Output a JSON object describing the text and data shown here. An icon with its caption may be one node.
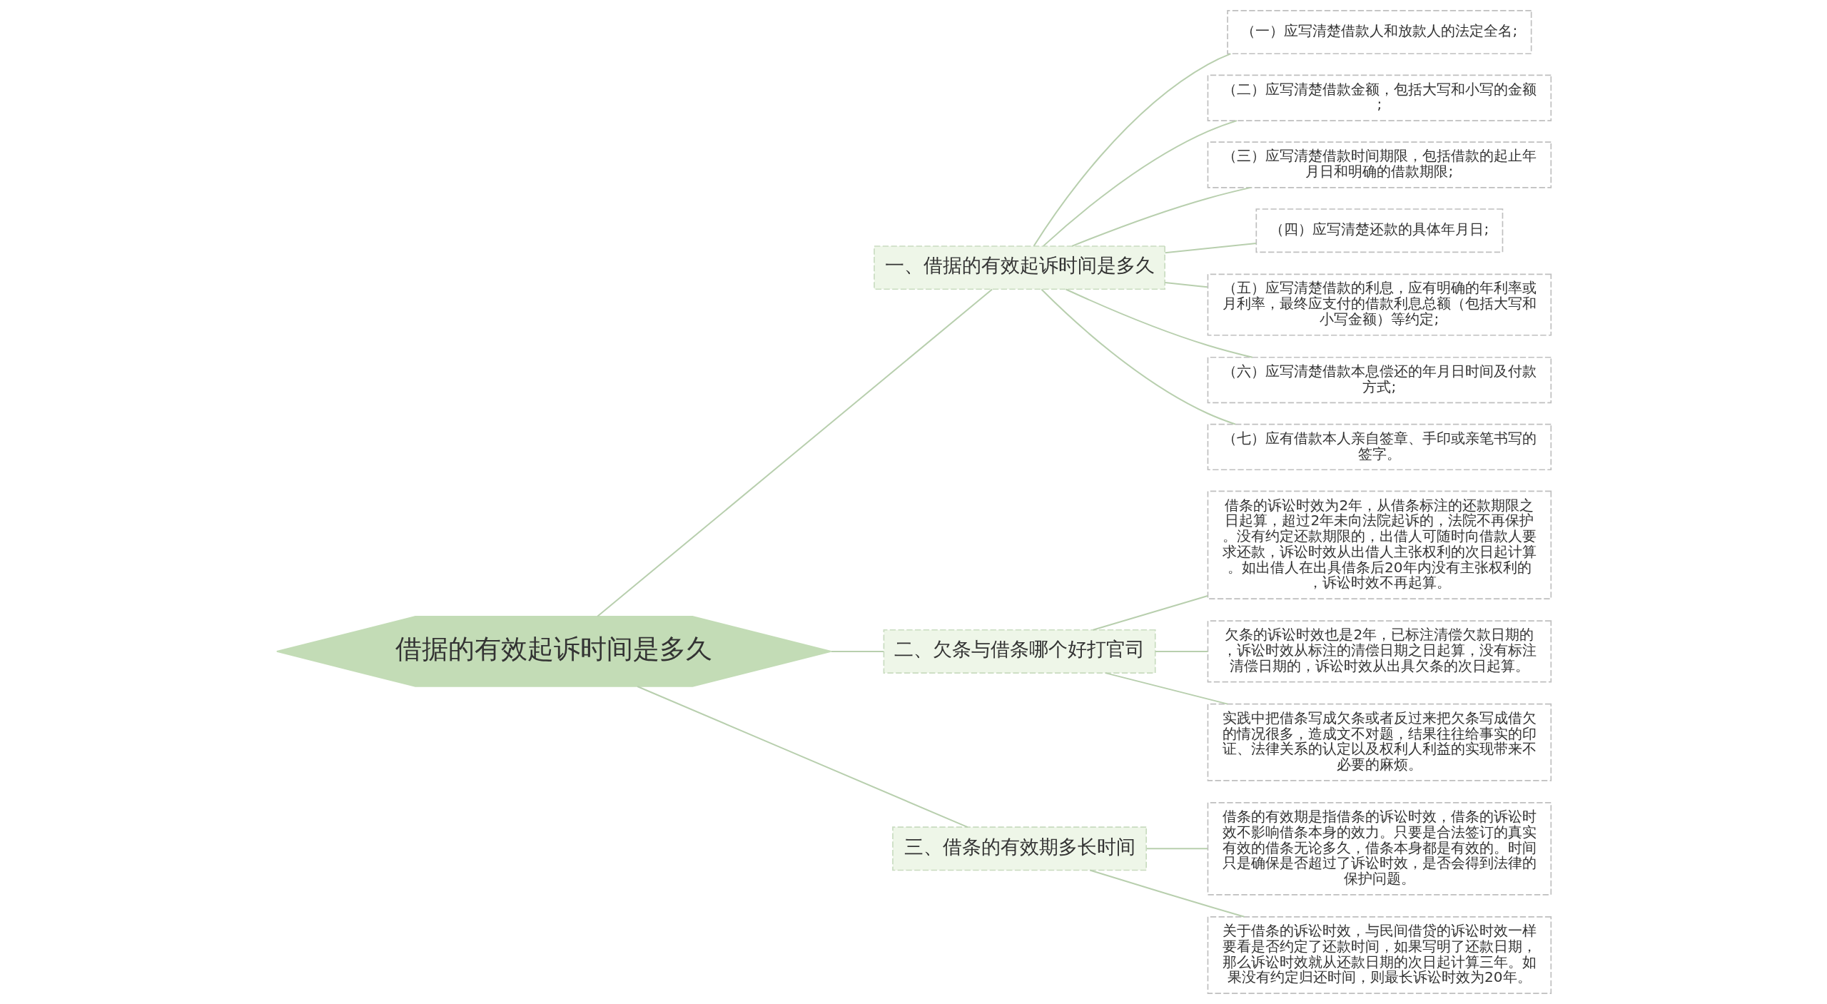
{
  "diagram": {
    "nodes": [
      {
        "text": [
          "借据的有效起诉时间是多久"
        ]
      },
      {
        "text": [
          "一、借据的有效起诉时间是多久"
        ]
      },
      {
        "text": [
          "（一）应写清楚借款人和放款人的法定全名;"
        ]
      },
      {
        "text": [
          "（二）应写清楚借款金额，包括大写和小写的金额;"
        ]
      },
      {
        "text": [
          "（三）应写清楚借款时间期限，包括借款的起止年月日和明确的借款期限;"
        ]
      },
      {
        "text": [
          "（四）应写清楚还款的具体年月日;"
        ]
      },
      {
        "text": [
          "（五）应写清楚借款的利息，应有明确的年利率或月利率，最终应支付的借款利息总额（包括大写和小写金额）等约定;"
        ]
      },
      {
        "text": [
          "（六）应写清楚借款本息偿还的年月日时间及付款方式;"
        ]
      },
      {
        "text": [
          "（七）应有借款本人亲自签章、手印或亲笔书写的签字。"
        ]
      },
      {
        "text": [
          "二、欠条与借条哪个好打官司"
        ]
      },
      {
        "text": [
          "借条的诉讼时效为2年，从借条标注的还款期限之日起算，超过2年未向法院起诉的，法院不再保护。没有约定还款期限的，出借人可随时向借款人要求还款，诉讼时效从出借人主张权利的次日起计算。如出借人在出具借条后20年内没有主张权利的，诉讼时效不再起算。"
        ]
      },
      {
        "text": [
          "欠条的诉讼时效也是2年，已标注清偿欠款日期的，诉讼时效从标注的清偿日期之日起算，没有标注清偿日期的，诉讼时效从出具欠条的次日起算。"
        ]
      },
      {
        "text": [
          "实践中把借条写成欠条或者反过来把欠条写成借欠的情况很多，造成文不对题，结果往往给事实的印证、法律关系的认定以及权利人利益的实现带来不必要的麻烦。"
        ]
      },
      {
        "text": [
          "三、借条的有效期多长时间"
        ]
      },
      {
        "text": [
          "借条的有效期是指借条的诉讼时效，借条的诉讼时效不影响借条本身的效力。只要是合法签订的真实有效的借条无论多久，借条本身都是有效的。时间只是确保是否超过了诉讼时效，是否会得到法律的保护问题。"
        ]
      },
      {
        "text": [
          "关于借条的诉讼时效，与民间借贷的诉讼时效一样要看是否约定了还款时间，如果写明了还款日期，那么诉讼时效就从还款日期的次日起计算三年。如果没有约定归还时间，则最长诉讼时效为20年。"
        ]
      }
    ],
    "edges": [
      {
        "from": 0,
        "to": 1,
        "arrow": "none"
      },
      {
        "from": 1,
        "to": 2,
        "arrow": "none"
      },
      {
        "from": 1,
        "to": 3,
        "arrow": "none"
      },
      {
        "from": 1,
        "to": 4,
        "arrow": "none"
      },
      {
        "from": 1,
        "to": 5,
        "arrow": "none"
      },
      {
        "from": 1,
        "to": 6,
        "arrow": "none"
      },
      {
        "from": 1,
        "to": 7,
        "arrow": "none"
      },
      {
        "from": 1,
        "to": 8,
        "arrow": "none"
      },
      {
        "from": 0,
        "to": 9,
        "arrow": "none"
      },
      {
        "from": 9,
        "to": 10,
        "arrow": "none"
      },
      {
        "from": 9,
        "to": 11,
        "arrow": "none"
      },
      {
        "from": 9,
        "to": 12,
        "arrow": "none"
      },
      {
        "from": 0,
        "to": 13,
        "arrow": "none"
      },
      {
        "from": 13,
        "to": 14,
        "arrow": "none"
      },
      {
        "from": 13,
        "to": 15,
        "arrow": "none"
      }
    ]
  }
}
